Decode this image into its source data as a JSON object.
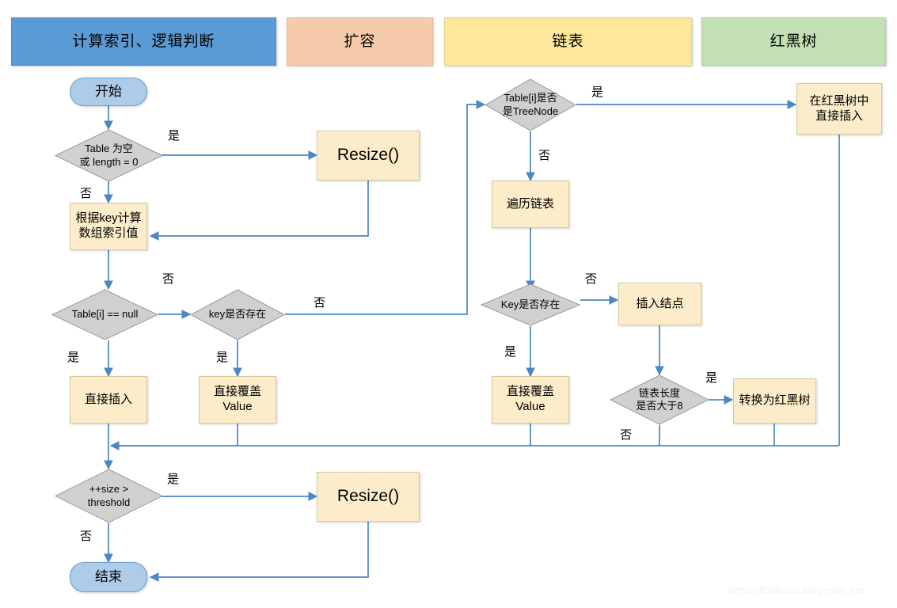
{
  "diagram": {
    "title": "HashMap put flowchart",
    "watermark": "https://thinkwon.blog.csdn.net",
    "colors": {
      "lane_blue": "#5b9bd5",
      "lane_peach": "#f6cbab",
      "lane_yellow": "#fce79a",
      "lane_green": "#c3e0b4",
      "terminator": "#aecbe8",
      "process": "#fcecc9",
      "decision": "#d0d0d0",
      "edge": "#4a87c5"
    }
  },
  "lanes": [
    {
      "label": "计算索引、逻辑判断"
    },
    {
      "label": "扩容"
    },
    {
      "label": "链表"
    },
    {
      "label": "红黑树"
    }
  ],
  "nodes": {
    "start": "开始",
    "table_empty": "Table 为空\n或 length = 0",
    "resize_top": "Resize()",
    "calc_index": "根据key计算\n数组索引值",
    "table_i_null": "Table[i] == null",
    "key_exists_left": "key是否存在",
    "direct_insert": "直接插入",
    "overwrite_left": "直接覆盖\nValue",
    "size_threshold": "++size >\nthreshold",
    "resize_bottom": "Resize()",
    "end": "结束",
    "is_treenode": "Table[i]是否\n是TreeNode",
    "traverse_list": "遍历链表",
    "key_exists_right": "Key是否存在",
    "insert_node": "插入结点",
    "overwrite_right": "直接覆盖\nValue",
    "list_len_gt8": "链表长度\n是否大于8",
    "insert_rbtree": "在红黑树中\n直接插入",
    "convert_rbtree": "转换为红黑树"
  },
  "node_lines": {
    "table_empty": [
      "Table 为空",
      "或 length = 0"
    ],
    "calc_index": [
      "根据key计算",
      "数组索引值"
    ],
    "overwrite_left": [
      "直接覆盖",
      "Value"
    ],
    "size_threshold": [
      "++size >",
      "threshold"
    ],
    "is_treenode": [
      "Table[i]是否",
      "是TreeNode"
    ],
    "overwrite_right": [
      "直接覆盖",
      "Value"
    ],
    "list_len_gt8": [
      "链表长度",
      "是否大于8"
    ],
    "insert_rbtree": [
      "在红黑树中",
      "直接插入"
    ]
  },
  "edge_labels": {
    "table_empty_yes": "是",
    "table_empty_no": "否",
    "table_i_null_no": "否",
    "table_i_null_yes": "是",
    "key_exists_left_no": "否",
    "key_exists_left_yes": "是",
    "size_threshold_yes": "是",
    "size_threshold_no": "否",
    "is_treenode_yes": "是",
    "is_treenode_no": "否",
    "key_exists_right_no": "否",
    "key_exists_right_yes": "是",
    "list_len_yes": "是",
    "list_len_no": "否"
  }
}
